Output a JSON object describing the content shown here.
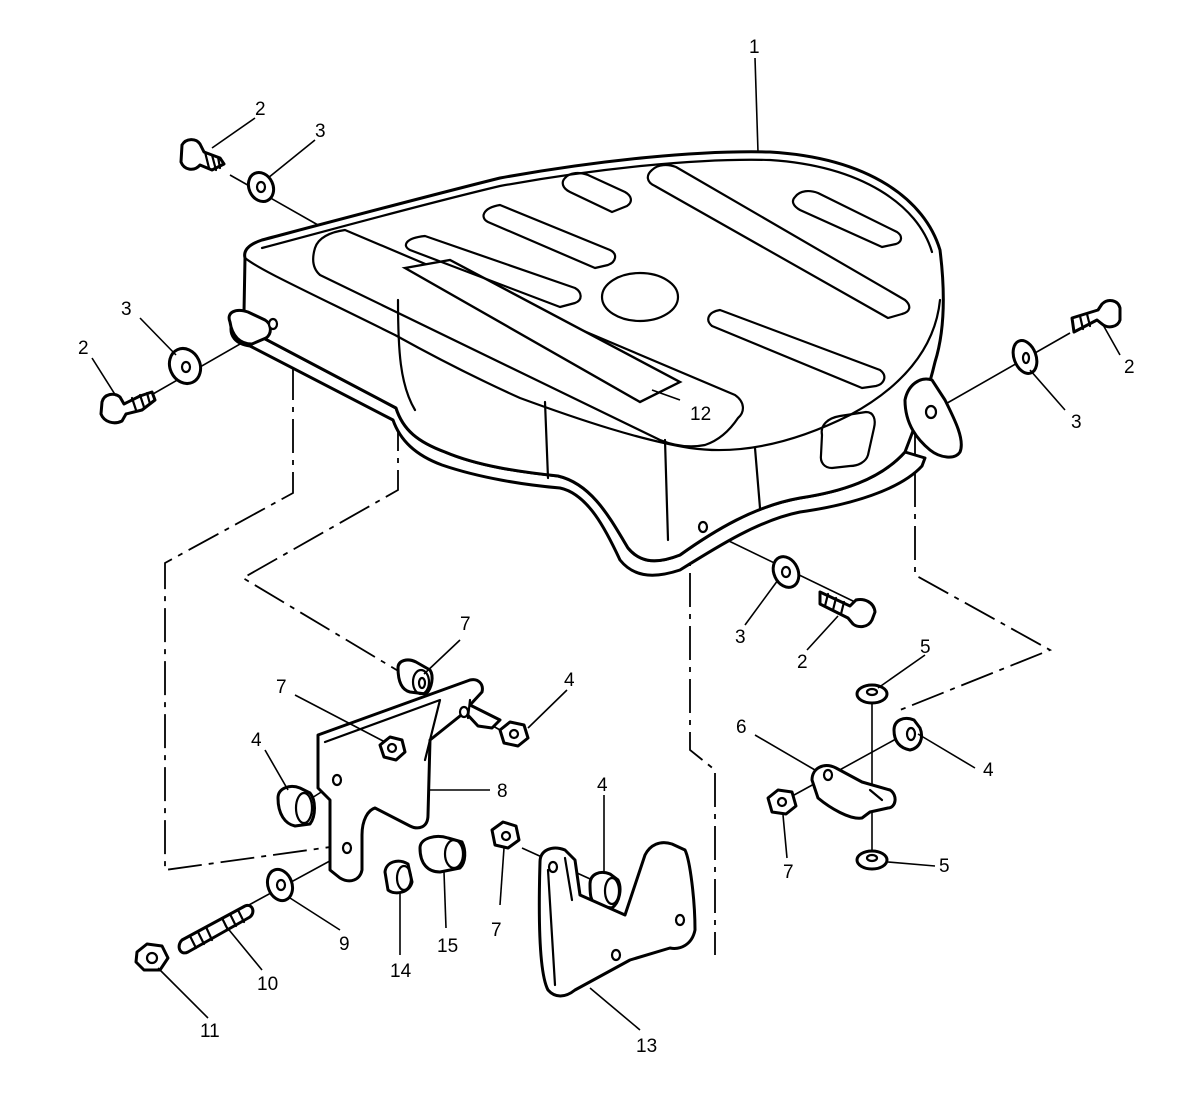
{
  "callouts": [
    {
      "id": "c1",
      "text": "1"
    },
    {
      "id": "c2a",
      "text": "2"
    },
    {
      "id": "c3a",
      "text": "3"
    },
    {
      "id": "c3b",
      "text": "3"
    },
    {
      "id": "c2b",
      "text": "2"
    },
    {
      "id": "c2c",
      "text": "2"
    },
    {
      "id": "c3c",
      "text": "3"
    },
    {
      "id": "c12",
      "text": "12"
    },
    {
      "id": "c3d",
      "text": "3"
    },
    {
      "id": "c2d",
      "text": "2"
    },
    {
      "id": "c7a",
      "text": "7"
    },
    {
      "id": "c7b",
      "text": "7"
    },
    {
      "id": "c4a",
      "text": "4"
    },
    {
      "id": "c5a",
      "text": "5"
    },
    {
      "id": "c6",
      "text": "6"
    },
    {
      "id": "c4b",
      "text": "4"
    },
    {
      "id": "c4c",
      "text": "4"
    },
    {
      "id": "c8",
      "text": "8"
    },
    {
      "id": "c4d",
      "text": "4"
    },
    {
      "id": "c7c",
      "text": "7"
    },
    {
      "id": "c5b",
      "text": "5"
    },
    {
      "id": "c7d",
      "text": "7"
    },
    {
      "id": "c9",
      "text": "9"
    },
    {
      "id": "c10",
      "text": "10"
    },
    {
      "id": "c14",
      "text": "14"
    },
    {
      "id": "c15",
      "text": "15"
    },
    {
      "id": "c11",
      "text": "11"
    },
    {
      "id": "c13",
      "text": "13"
    }
  ]
}
